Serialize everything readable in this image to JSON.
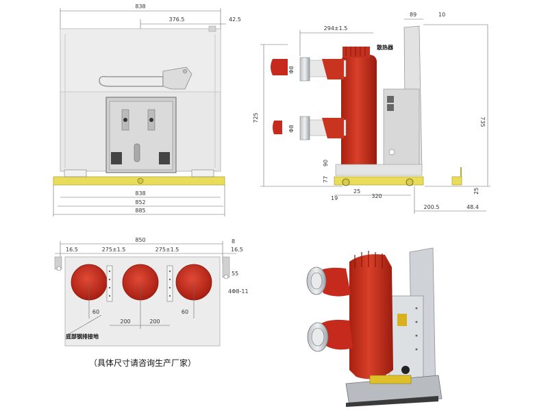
{
  "front_view": {
    "dims_top": [
      "838",
      "376.5",
      "42.5"
    ],
    "dims_bottom": [
      "838",
      "852",
      "885"
    ]
  },
  "side_view": {
    "heatsink_label": "散热器",
    "dims_top": [
      "294±1.5",
      "89",
      "10"
    ],
    "dims_left": [
      "725",
      "90",
      "77"
    ],
    "dim_right": "735",
    "dims_bottom": [
      "19",
      "25",
      "320",
      "200.5",
      "48.4",
      "25"
    ],
    "diameters": [
      "Φ8",
      "Φ8"
    ]
  },
  "top_view": {
    "dims_top": [
      "850",
      "8",
      "16.5",
      "275±1.5",
      "275±1.5",
      "16.5"
    ],
    "dims_side": [
      "55",
      "4Φ8-11"
    ],
    "dims_inner": [
      "60",
      "60",
      "200",
      "200"
    ],
    "bottom_note": "底部钢排接地"
  },
  "caption": "（具体尺寸请咨询生产厂家）",
  "colors": {
    "insulator_red": "#c62a1c",
    "rail_yellow": "#e8dc5a",
    "frame_gray": "#e6e6e6"
  }
}
